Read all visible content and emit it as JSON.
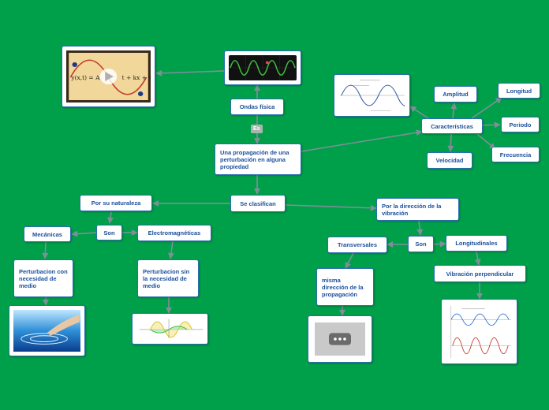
{
  "colors": {
    "background": "#00a04a",
    "node_text": "#1a4f9c",
    "node_border": "#2a6fb0",
    "connector": "#7f8f99",
    "wave_green": "#3dbb3d"
  },
  "nodes": {
    "ondas_fisica": "Ondas física",
    "es_label": "Es",
    "definition": "Una propagación de una perturbación en alguna propiedad",
    "se_clasifican": "Se clasifican",
    "por_naturaleza": "Por su naturaleza",
    "son_left": "Son",
    "mecanicas": "Mecánicas",
    "electromagneticas": "Electromagnéticas",
    "mecanicas_desc": "Perturbacion con necesidad de medio",
    "electro_desc": "Perturbacion sin la necesidad de medio",
    "por_direccion": "Por la dirección de la vibración",
    "son_right": "Son",
    "transversales": "Transversales",
    "longitudinales": "Longitudinales",
    "transversal_desc": "misma dirección de la propagación",
    "vibracion_perp": "Vibración perpendicular",
    "caracteristicas": "Características",
    "amplitud": "Amplitud",
    "longitud": "Longitud",
    "periodo": "Periodo",
    "frecuencia": "Frecuencia",
    "velocidad": "Velocidad"
  },
  "images": {
    "video_thumb": "play-video-thumbnail",
    "oscilloscope": "oscilloscope-wave",
    "wave_graph": "sine-wave-graph",
    "water_hand": "hand-in-water-photo",
    "em_wave": "electromagnetic-wave-diagram",
    "ellipsis_icon": "ellipsis-icon",
    "wave_compare": "wave-comparison-graph"
  }
}
